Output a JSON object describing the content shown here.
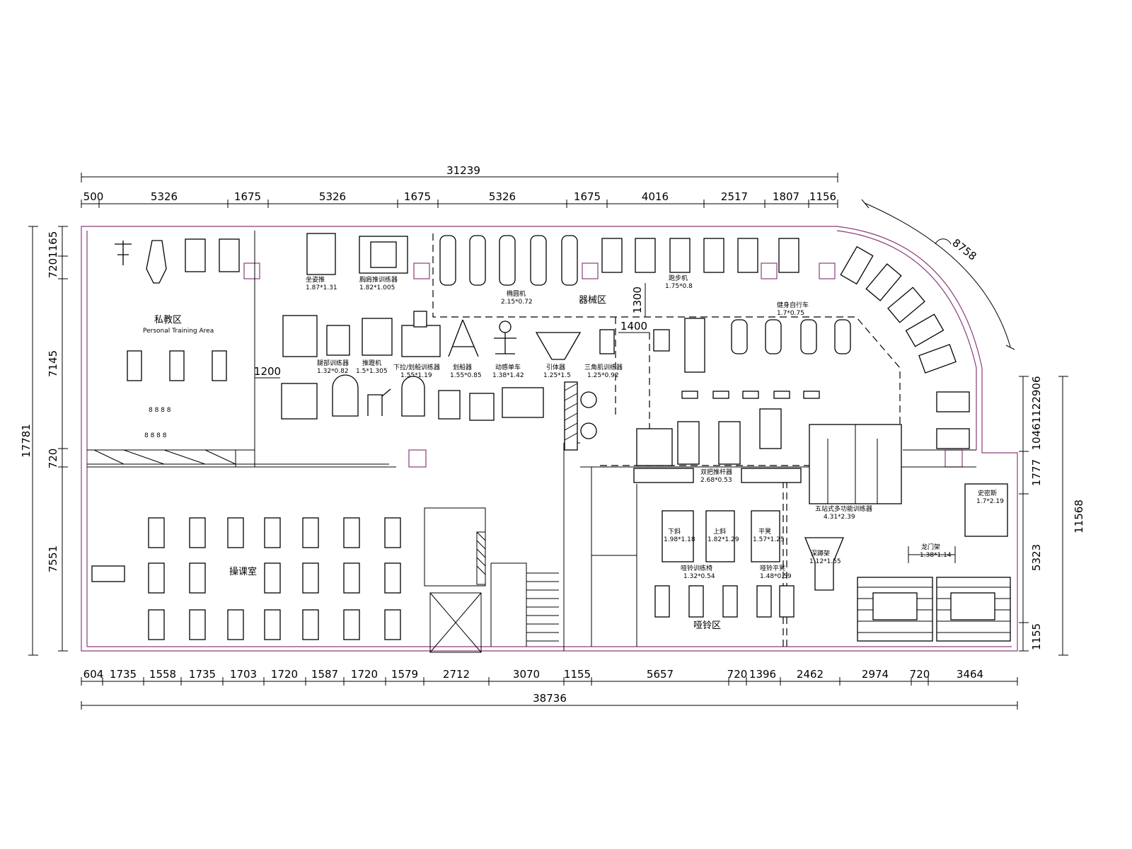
{
  "dimensions": {
    "overall_top": "31239",
    "top_segments": [
      "500",
      "5326",
      "1675",
      "5326",
      "1675",
      "5326",
      "1675",
      "4016",
      "2517",
      "1807",
      "1156"
    ],
    "overall_bottom": "38736",
    "bottom_segments": [
      "604",
      "1735",
      "1558",
      "1735",
      "1703",
      "1720",
      "1587",
      "1720",
      "1579",
      "2712",
      "3070",
      "1155",
      "5657",
      "720",
      "1396",
      "2462",
      "2974",
      "720",
      "3464"
    ],
    "left_overall": "17781",
    "left_segments": [
      "7201165",
      "7145",
      "720",
      "7551"
    ],
    "right_overall": "11568",
    "right_segments": [
      "10461122906",
      "1777",
      "5323",
      "1155"
    ],
    "arc": "8758",
    "gap_1200": "1200",
    "gap_1300": "1300",
    "gap_1400": "1400"
  },
  "zones": {
    "private": "私教区",
    "private_sub": "Personal Training Area",
    "equipment": "器械区",
    "classroom": "操课室",
    "free_weight": "哑铃区"
  },
  "labels": {
    "l1": "坐姿推",
    "l1b": "1.87*1.31",
    "l2": "胸肩推训练器",
    "l2b": "1.82*1.005",
    "l3": "椭圆机",
    "l3b": "2.15*0.72",
    "l4": "跑步机",
    "l4b": "1.75*0.8",
    "l5": "腿部训练器",
    "l5b": "1.32*0.82",
    "l6": "推蹬机",
    "l6b": "1.5*1.305",
    "l7": "下拉/划船训练器",
    "l7b": "1.55*1.19",
    "l8": "划船器",
    "l8b": "1.55*0.85",
    "l9": "动感单车",
    "l9b": "1.38*1.42",
    "l10": "引体器",
    "l10b": "1.25*1.5",
    "l11": "三角肌训练器",
    "l11b": "1.25*0.92",
    "l12": "健身自行车",
    "l12b": "1.7*0.75",
    "l13": "双把推杆器",
    "l13b": "2.68*0.53",
    "l14": "五站式多功能训练器",
    "l14b": "4.31*2.39",
    "l15": "史密斯",
    "l15b": "1.7*2.19",
    "l16": "龙门架",
    "l16b": "1.38*1.14",
    "l17": "下斜",
    "l17b": "1.98*1.18",
    "l18": "上斜",
    "l18b": "1.82*1.29",
    "l19": "平凳",
    "l19b": "1.57*1.25",
    "l20": "哑铃训练椅",
    "l20b": "1.32*0.54",
    "l21": "哑铃平凳",
    "l21b": "1.48*0.59",
    "l22": "深蹲架",
    "l22b": "1.12*1.55"
  }
}
